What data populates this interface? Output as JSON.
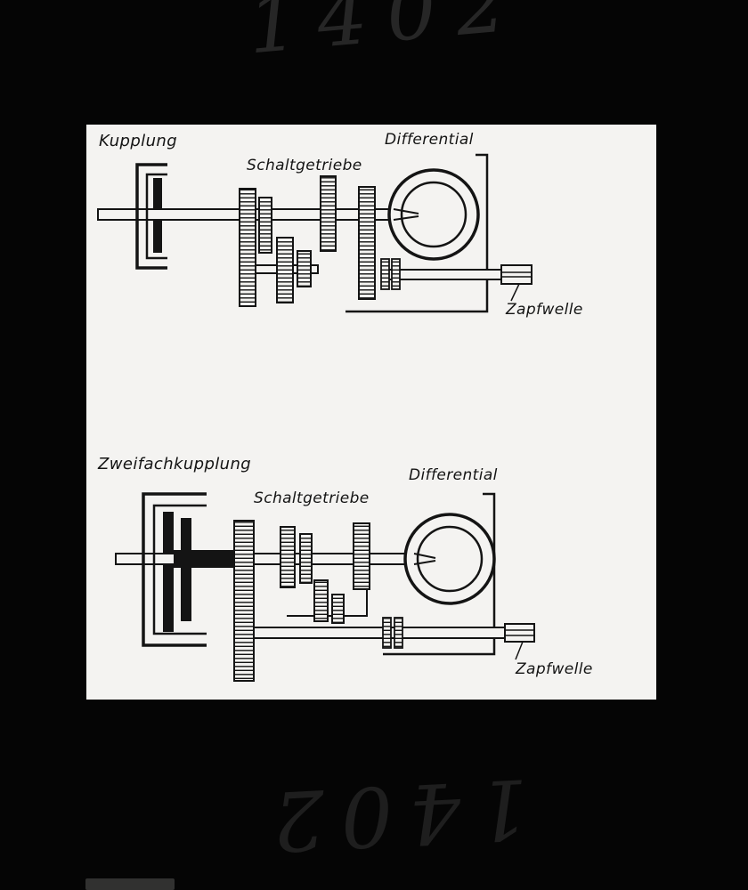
{
  "slide": {
    "handwritten_number_top": "1402",
    "handwritten_number_bottom": "1402"
  },
  "colors": {
    "frame": "#050505",
    "photo": "#f4f3f1",
    "ink": "#141414"
  },
  "diagram_top": {
    "labels": {
      "clutch": "Kupplung",
      "gearbox": "Schaltgetriebe",
      "differential": "Differential",
      "pto": "Zapfwelle"
    }
  },
  "diagram_bottom": {
    "labels": {
      "clutch": "Zweifachkupplung",
      "gearbox": "Schaltgetriebe",
      "differential": "Differential",
      "pto": "Zapfwelle"
    }
  }
}
